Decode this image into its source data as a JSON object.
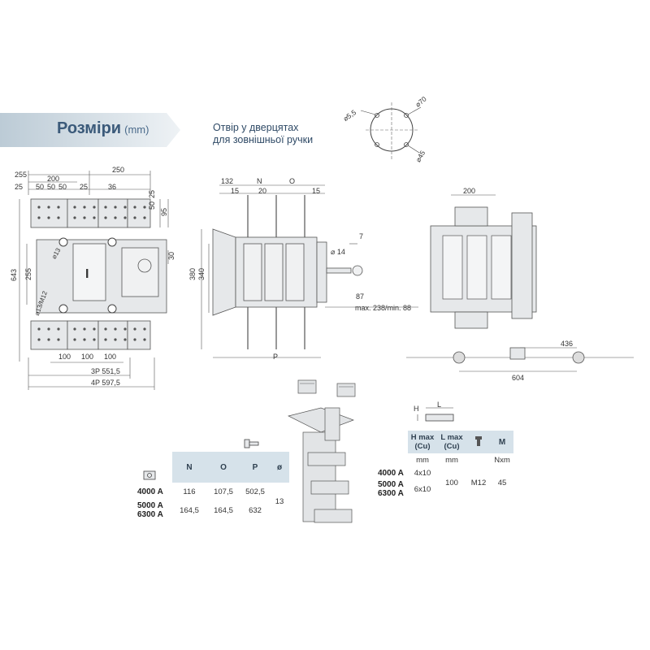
{
  "header": {
    "title": "Розміри",
    "unit": "(mm)"
  },
  "door_note": {
    "line1": "Отвір у дверцятах",
    "line2": "для зовнішньої ручки"
  },
  "hole_dims": {
    "d55": "⌀5,5",
    "d70": "⌀70",
    "d45": "⌀45"
  },
  "front_view": {
    "top_255": "255",
    "top_250": "250",
    "top_200": "200",
    "top_25a": "25",
    "top_50a": "50",
    "top_50b": "50",
    "top_50c": "50",
    "top_25b": "25",
    "top_36": "36",
    "right_50": "50",
    "right_25": "25",
    "right_95": "95",
    "right_30": "30",
    "left_643": "643",
    "left_255": "255",
    "d13": "⌀13",
    "d13m12": "⌀13/M12",
    "b100a": "100",
    "b100b": "100",
    "b100c": "100",
    "w3p": "3P  551,5",
    "w4p": "4P  597,5"
  },
  "side_view": {
    "d132": "132",
    "dN": "N",
    "dO": "O",
    "d15a": "15",
    "d20": "20",
    "d15b": "15",
    "d380": "380",
    "d340": "340",
    "d7": "7",
    "d14": "⌀ 14",
    "d87": "87",
    "maxmin": "max. 238/min. 88",
    "dP": "P"
  },
  "rear_view": {
    "d200": "200",
    "d436": "436",
    "d604": "604"
  },
  "table1": {
    "headers": [
      "N",
      "O",
      "P",
      "ø"
    ],
    "rows": [
      {
        "label": "4000 A",
        "N": "116",
        "O": "107,5",
        "P": "502,5"
      },
      {
        "label": "5000 A\n6300 A",
        "N": "164,5",
        "O": "164,5",
        "P": "632"
      }
    ],
    "phi": "13"
  },
  "table2": {
    "headers": {
      "h": "H max\n(Cu)",
      "l": "L max\n(Cu)",
      "m": "M"
    },
    "units": {
      "h": "mm",
      "l": "mm",
      "m": "Nxm"
    },
    "rows": [
      {
        "label": "4000 A",
        "h": "4x10"
      },
      {
        "label": "5000 A\n6300 A",
        "h": "6x10"
      }
    ],
    "l_val": "100",
    "bolt": "M12",
    "torque": "45",
    "small_labels": {
      "H": "H",
      "L": "L"
    }
  },
  "colors": {
    "banner_start": "#c7d3dc",
    "banner_end": "#edf1f4",
    "title": "#3b5a7a",
    "table_header": "#d6e2ea",
    "part_fill": "#e4e6e8",
    "line": "#555555"
  }
}
